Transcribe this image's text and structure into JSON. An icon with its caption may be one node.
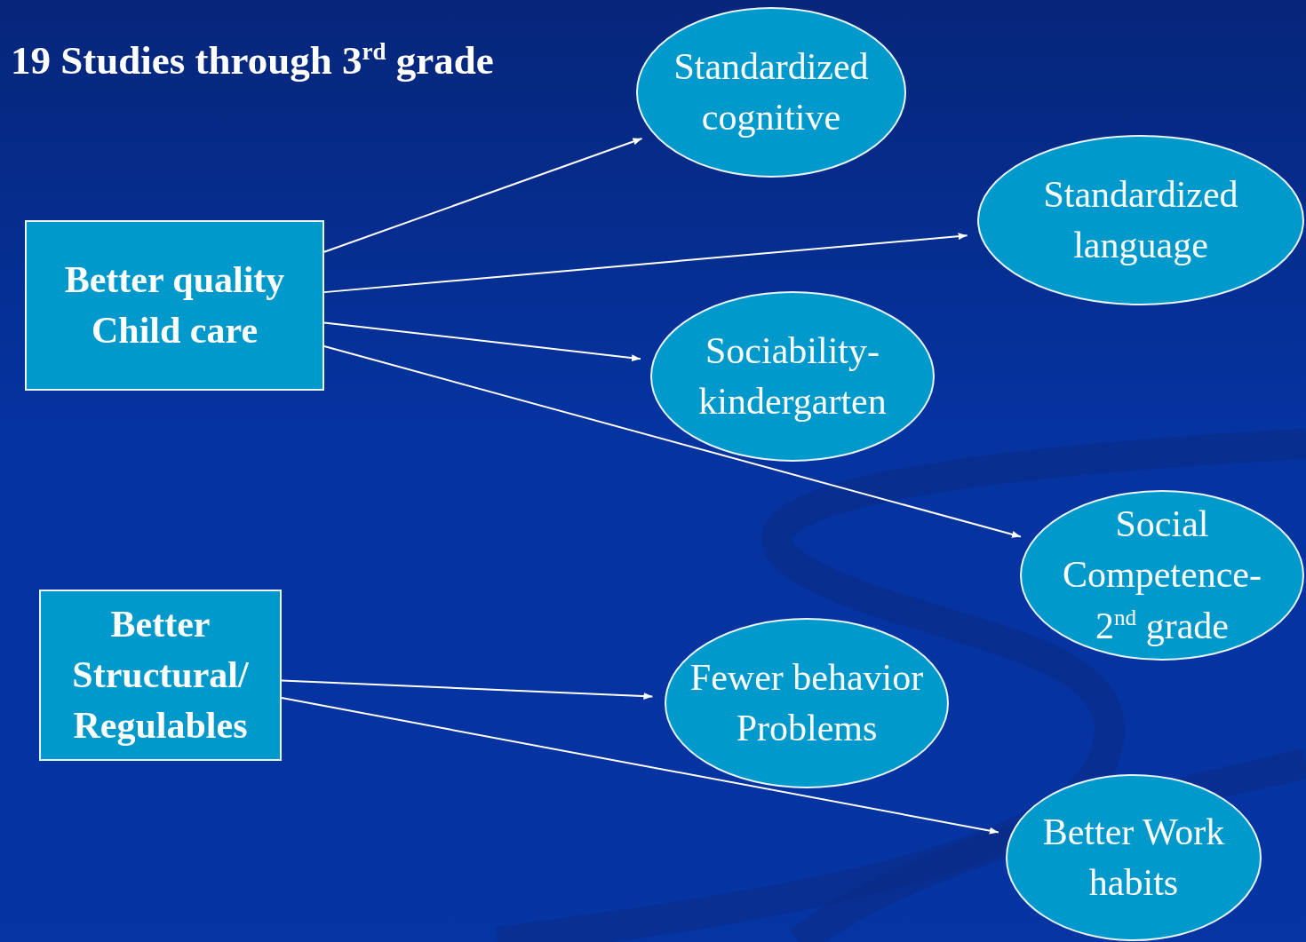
{
  "diagram": {
    "title": "19 Studies through 3$^{rd}$ grade",
    "nodes": [
      {
        "text": [
          "Better quality Child care"
        ]
      },
      {
        "text": [
          "Better Structural/ Regulables"
        ]
      },
      {
        "text": [
          "Standardized cognitive"
        ]
      },
      {
        "text": [
          "Standardized language"
        ]
      },
      {
        "text": [
          "Sociability- kindergarten"
        ]
      },
      {
        "text": [
          "Social Competence- 2$^{nd}$ grade"
        ]
      },
      {
        "text": [
          "Fewer behavior Problems"
        ]
      },
      {
        "text": [
          "Better Work habits"
        ]
      }
    ],
    "edges": [
      {
        "from": 0,
        "to": 2,
        "arrow": "to"
      },
      {
        "from": 0,
        "to": 3,
        "arrow": "to"
      },
      {
        "from": 0,
        "to": 4,
        "arrow": "to"
      },
      {
        "from": 0,
        "to": 5,
        "arrow": "to"
      },
      {
        "from": 1,
        "to": 6,
        "arrow": "to"
      },
      {
        "from": 1,
        "to": 7,
        "arrow": "to"
      }
    ]
  }
}
